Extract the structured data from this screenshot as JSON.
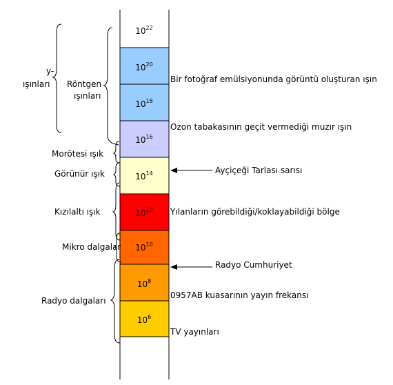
{
  "spectrum": {
    "bands": [
      {
        "base": "10",
        "exp": "22",
        "color": "#ffffff"
      },
      {
        "base": "10",
        "exp": "20",
        "color": "#99ccff"
      },
      {
        "base": "10",
        "exp": "18",
        "color": "#99ccff"
      },
      {
        "base": "10",
        "exp": "16",
        "color": "#ccccff"
      },
      {
        "base": "10",
        "exp": "14",
        "color": "#ffffcc"
      },
      {
        "base": "10",
        "exp": "12",
        "color": "#ff0000"
      },
      {
        "base": "10",
        "exp": "10",
        "color": "#ff6600"
      },
      {
        "base": "10",
        "exp": "8",
        "color": "#ff9900"
      },
      {
        "base": "10",
        "exp": "6",
        "color": "#ffcc00"
      }
    ]
  },
  "left_labels": {
    "gamma_line1": "y-",
    "gamma_line2": "ışınları",
    "xray_line1": "Röntgen",
    "xray_line2": "ışınları",
    "uv": "Morötesi ışık",
    "visible": "Görünür ışık",
    "infrared": "Kızılaltı ışık",
    "microwave": "Mikro dalgalar",
    "radio": "Radyo dalgaları"
  },
  "right_labels": {
    "photo_emulsion": "Bir fotoğraf emülsiyonunda görüntü oluşturan ışın",
    "ozone": "Ozon tabakasının geçit vermediği muzır ışın",
    "sunflower": "Ayçiçeği Tarlası sarısı",
    "snakes": "Yılanların görebildiği/koklayabildiği bölge",
    "radio_cumhuriyet": "Radyo Cumhuriyet",
    "quasar": "0957AB kuasarının yayın frekansı",
    "tv": "TV yayınları"
  }
}
